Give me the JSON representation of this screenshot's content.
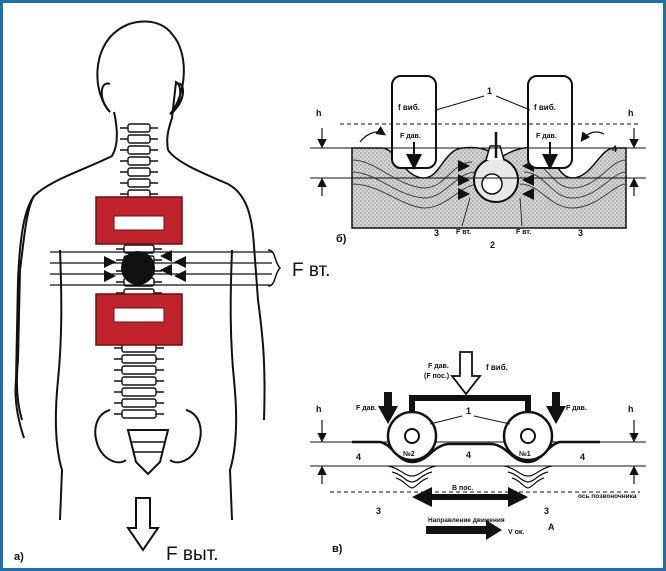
{
  "colors": {
    "frame": "#1f6fa8",
    "clamp": "#c0232b",
    "soil": "#c9c9c9",
    "ink": "#111111"
  },
  "fig_a": {
    "panel_label": "а)",
    "force_traction": "F вт.",
    "force_extension": "F выт."
  },
  "fig_b": {
    "panel_label": "б)",
    "label_1": "1",
    "label_2": "2",
    "label_3_left": "3",
    "label_3_right": "3",
    "label_4": "4",
    "f_vib_left": "f виб.",
    "f_vib_right": "f виб.",
    "f_dav_left": "F дав.",
    "f_dav_right": "F дав.",
    "f_vt_left": "F вт.",
    "f_vt_right": "F вт.",
    "dim_left": "h",
    "dim_right": "h"
  },
  "fig_v": {
    "panel_label": "в)",
    "top_force": "F дав.",
    "top_force_sub": "(F пос.)",
    "f_vib": "f виб.",
    "f_dav_left": "F дав.",
    "f_dav_right": "F дав.",
    "label_1": "1",
    "label_3_left": "3",
    "label_3_right": "3",
    "label_4_left": "4",
    "label_4_mid": "4",
    "label_4_right": "4",
    "roller_left": "№2",
    "roller_right": "№1",
    "point_a": "A",
    "span": "B пос.",
    "direction": "Направление движения",
    "v_label": "V ок.",
    "axis_label": "ось позвоночника",
    "dim_left": "h",
    "dim_right": "h"
  }
}
